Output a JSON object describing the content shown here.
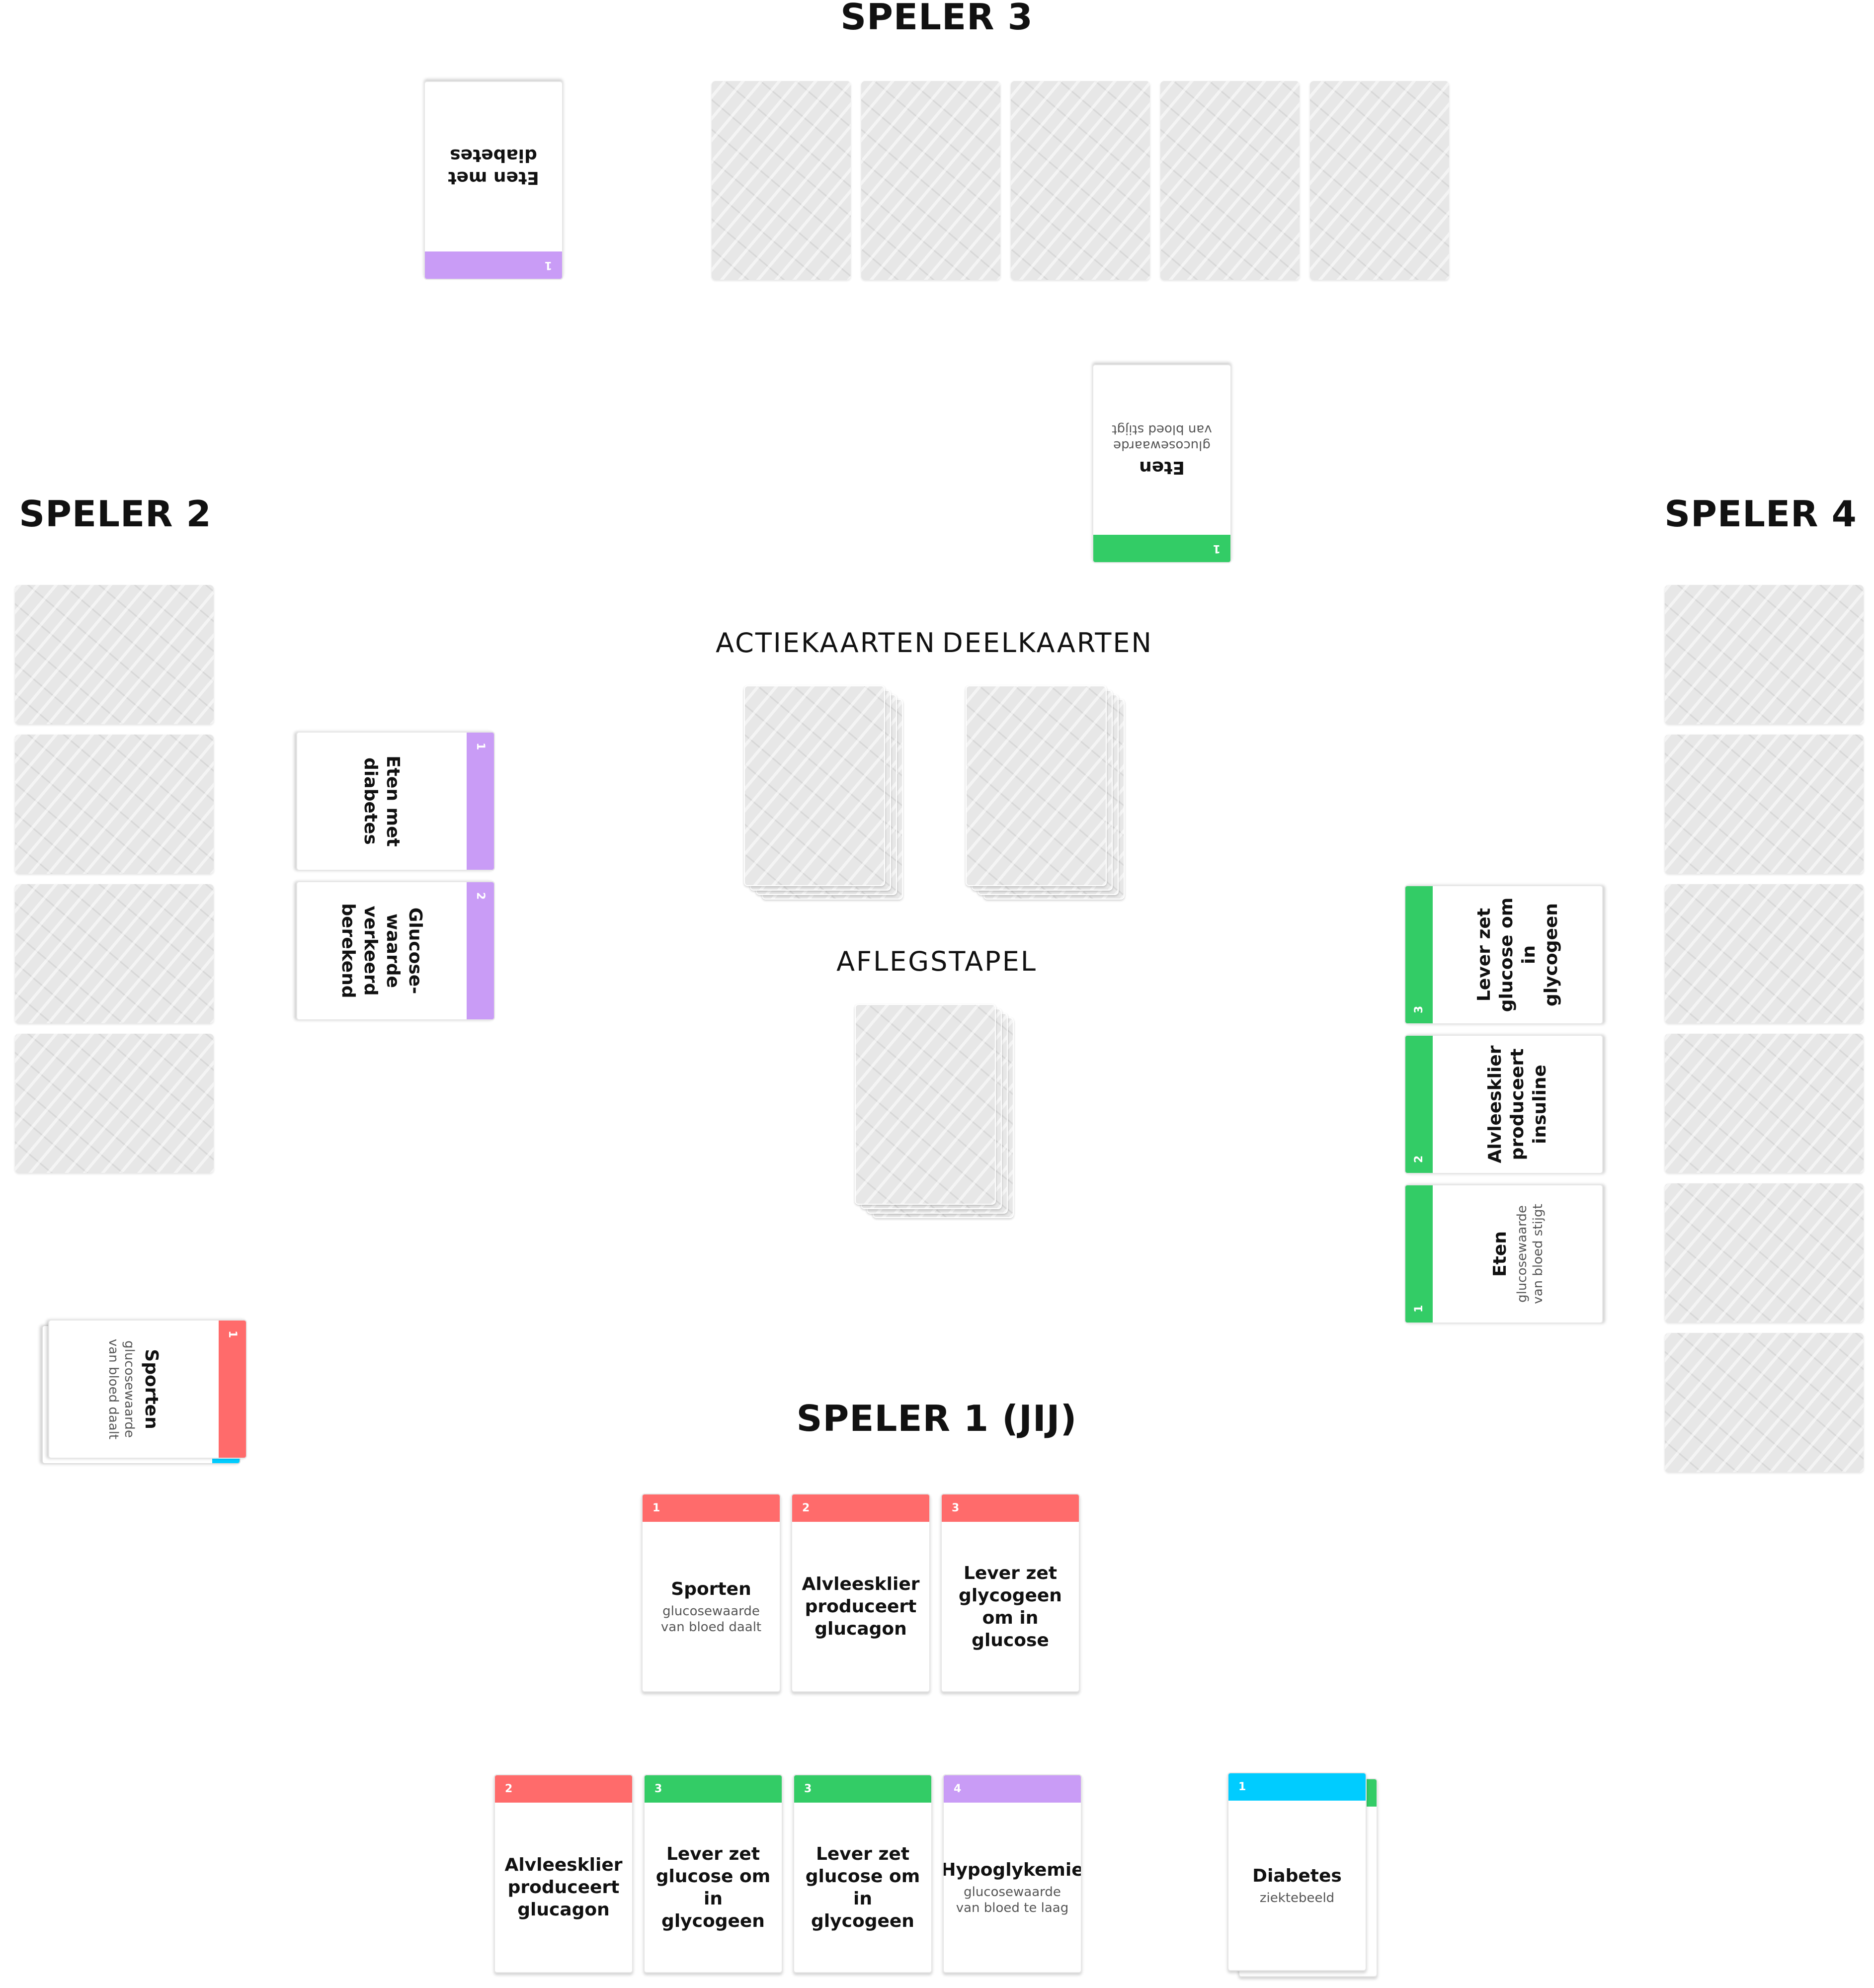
{
  "players": {
    "p1": "SPELER 1 (JIJ)",
    "p2": "SPELER 2",
    "p3": "SPELER 3",
    "p4": "SPELER 4"
  },
  "piles": {
    "action": "ACTIEKAARTEN",
    "deal": "DEELKAARTEN",
    "discard": "AFLEGSTAPEL"
  },
  "colors": {
    "red": "#ff6b6b",
    "green": "#33cc66",
    "purple": "#c99cf6",
    "blue": "#00ccff",
    "back": "#e7e7e7"
  },
  "p3_played": {
    "num": "1",
    "title": "Eten met diabetes",
    "color": "purple"
  },
  "center_played": {
    "num": "1",
    "title": "Eten",
    "sub": "glucosewaarde van bloed stijgt",
    "color": "green"
  },
  "p2_played": [
    {
      "num": "1",
      "title": "Eten met diabetes",
      "color": "purple"
    },
    {
      "num": "2",
      "title": "Glucose-waarde verkeerd berekend",
      "color": "purple"
    }
  ],
  "p2_extra": {
    "num": "1",
    "title": "Sporten",
    "sub": "glucosewaarde van bloed daalt",
    "color": "red"
  },
  "p4_played": [
    {
      "num": "3",
      "title": "Lever zet glucose om in glycogeen",
      "color": "green"
    },
    {
      "num": "2",
      "title": "Alvleesklier produceert insuline",
      "color": "green"
    },
    {
      "num": "1",
      "title": "Eten",
      "sub": "glucosewaarde van bloed stijgt",
      "color": "green"
    }
  ],
  "p1_played": [
    {
      "num": "1",
      "title": "Sporten",
      "sub": "glucosewaarde van bloed daalt",
      "color": "red"
    },
    {
      "num": "2",
      "title": "Alvleesklier produceert glucagon",
      "color": "red"
    },
    {
      "num": "3",
      "title": "Lever zet glycogeen om in glucose",
      "color": "red"
    }
  ],
  "p1_hand": [
    {
      "num": "2",
      "title": "Alvleesklier produceert glucagon",
      "color": "red"
    },
    {
      "num": "3",
      "title": "Lever zet glucose om in glycogeen",
      "color": "green"
    },
    {
      "num": "3",
      "title": "Lever zet glucose om in glycogeen",
      "color": "green"
    },
    {
      "num": "4",
      "title": "Hypoglykemie",
      "sub": "glucosewaarde van bloed te laag",
      "color": "purple"
    }
  ],
  "p1_disease": {
    "num": "1",
    "title": "Diabetes",
    "sub": "ziektebeeld",
    "color": "blue"
  }
}
